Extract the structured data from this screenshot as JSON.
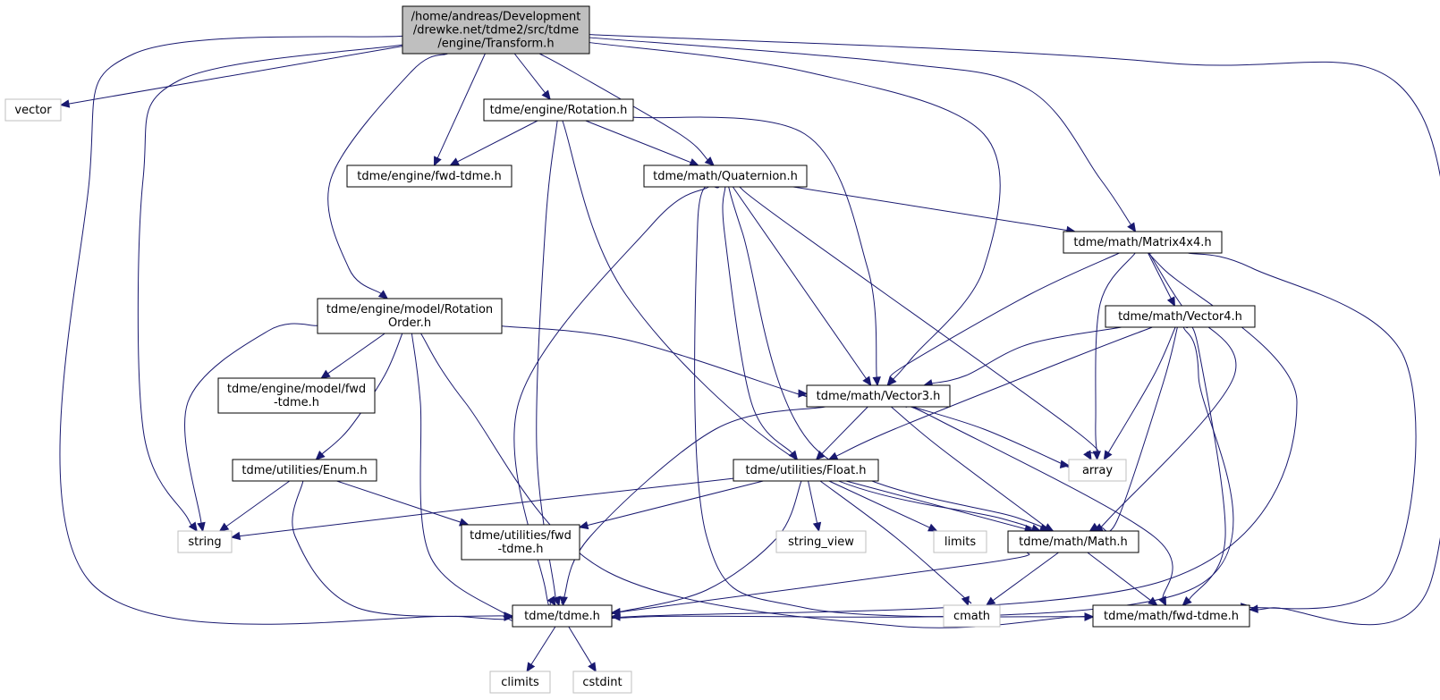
{
  "colors": {
    "edge": "#191970",
    "node_border": "#000000",
    "system_node_border": "#bfbfbf",
    "root_fill": "#bfbfbf",
    "background": "#ffffff"
  },
  "nodes": {
    "transform": [
      "/home/andreas/Development",
      "/drewke.net/tdme2/src/tdme",
      "/engine/Transform.h"
    ],
    "vector": [
      "vector"
    ],
    "rotation": [
      "tdme/engine/Rotation.h"
    ],
    "engine_fwd": [
      "tdme/engine/fwd-tdme.h"
    ],
    "quaternion": [
      "tdme/math/Quaternion.h"
    ],
    "matrix4x4": [
      "tdme/math/Matrix4x4.h"
    ],
    "rotation_order": [
      "tdme/engine/model/Rotation",
      "Order.h"
    ],
    "model_fwd": [
      "tdme/engine/model/fwd",
      "-tdme.h"
    ],
    "vector4": [
      "tdme/math/Vector4.h"
    ],
    "vector3": [
      "tdme/math/Vector3.h"
    ],
    "enum": [
      "tdme/utilities/Enum.h"
    ],
    "float": [
      "tdme/utilities/Float.h"
    ],
    "array": [
      "array"
    ],
    "string": [
      "string"
    ],
    "utilities_fwd": [
      "tdme/utilities/fwd",
      "-tdme.h"
    ],
    "string_view": [
      "string_view"
    ],
    "limits": [
      "limits"
    ],
    "math": [
      "tdme/math/Math.h"
    ],
    "tdme": [
      "tdme/tdme.h"
    ],
    "cmath": [
      "cmath"
    ],
    "math_fwd": [
      "tdme/math/fwd-tdme.h"
    ],
    "climits": [
      "climits"
    ],
    "cstdint": [
      "cstdint"
    ]
  }
}
